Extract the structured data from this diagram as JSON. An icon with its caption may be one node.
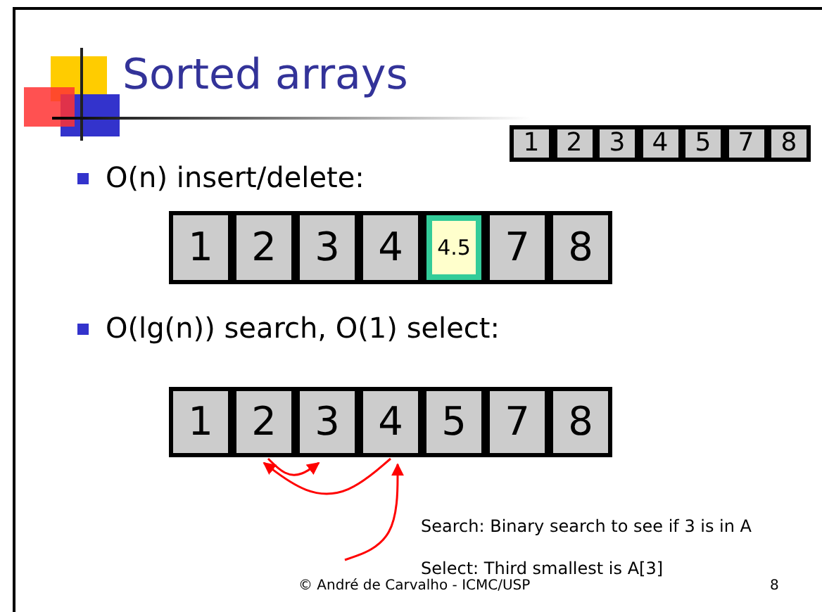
{
  "diagram": {
    "title": "Sorted arrays",
    "nodes": [
      {
        "text": [
          "1"
        ]
      },
      {
        "text": [
          "2"
        ]
      },
      {
        "text": [
          "3"
        ]
      },
      {
        "text": [
          "4"
        ]
      },
      {
        "text": [
          "5"
        ]
      },
      {
        "text": [
          "7"
        ]
      },
      {
        "text": [
          "8"
        ]
      },
      {
        "text": [
          "1"
        ]
      },
      {
        "text": [
          "2"
        ]
      },
      {
        "text": [
          "3"
        ]
      },
      {
        "text": [
          "4"
        ]
      },
      {
        "text": [
          "4.5"
        ]
      },
      {
        "text": [
          "7"
        ]
      },
      {
        "text": [
          "8"
        ]
      },
      {
        "text": [
          "1"
        ]
      },
      {
        "text": [
          "2"
        ]
      },
      {
        "text": [
          "3"
        ]
      },
      {
        "text": [
          "4"
        ]
      },
      {
        "text": [
          "5"
        ]
      },
      {
        "text": [
          "7"
        ]
      },
      {
        "text": [
          "8"
        ]
      }
    ],
    "edges": [
      {
        "from": 17,
        "to": 15,
        "arrow": "to"
      },
      {
        "from": 15,
        "to": 16,
        "arrow": "to"
      },
      {
        "from": null,
        "to": 17,
        "arrow": "to"
      }
    ],
    "labels": [
      "O(n) insert/delete:",
      "O(lg(n)) search, O(1) select:",
      "Search: Binary search to see if 3 is in A",
      "Select: Third smallest is A[3]",
      "© André de Carvalho - ICMC/USP",
      "8"
    ]
  }
}
